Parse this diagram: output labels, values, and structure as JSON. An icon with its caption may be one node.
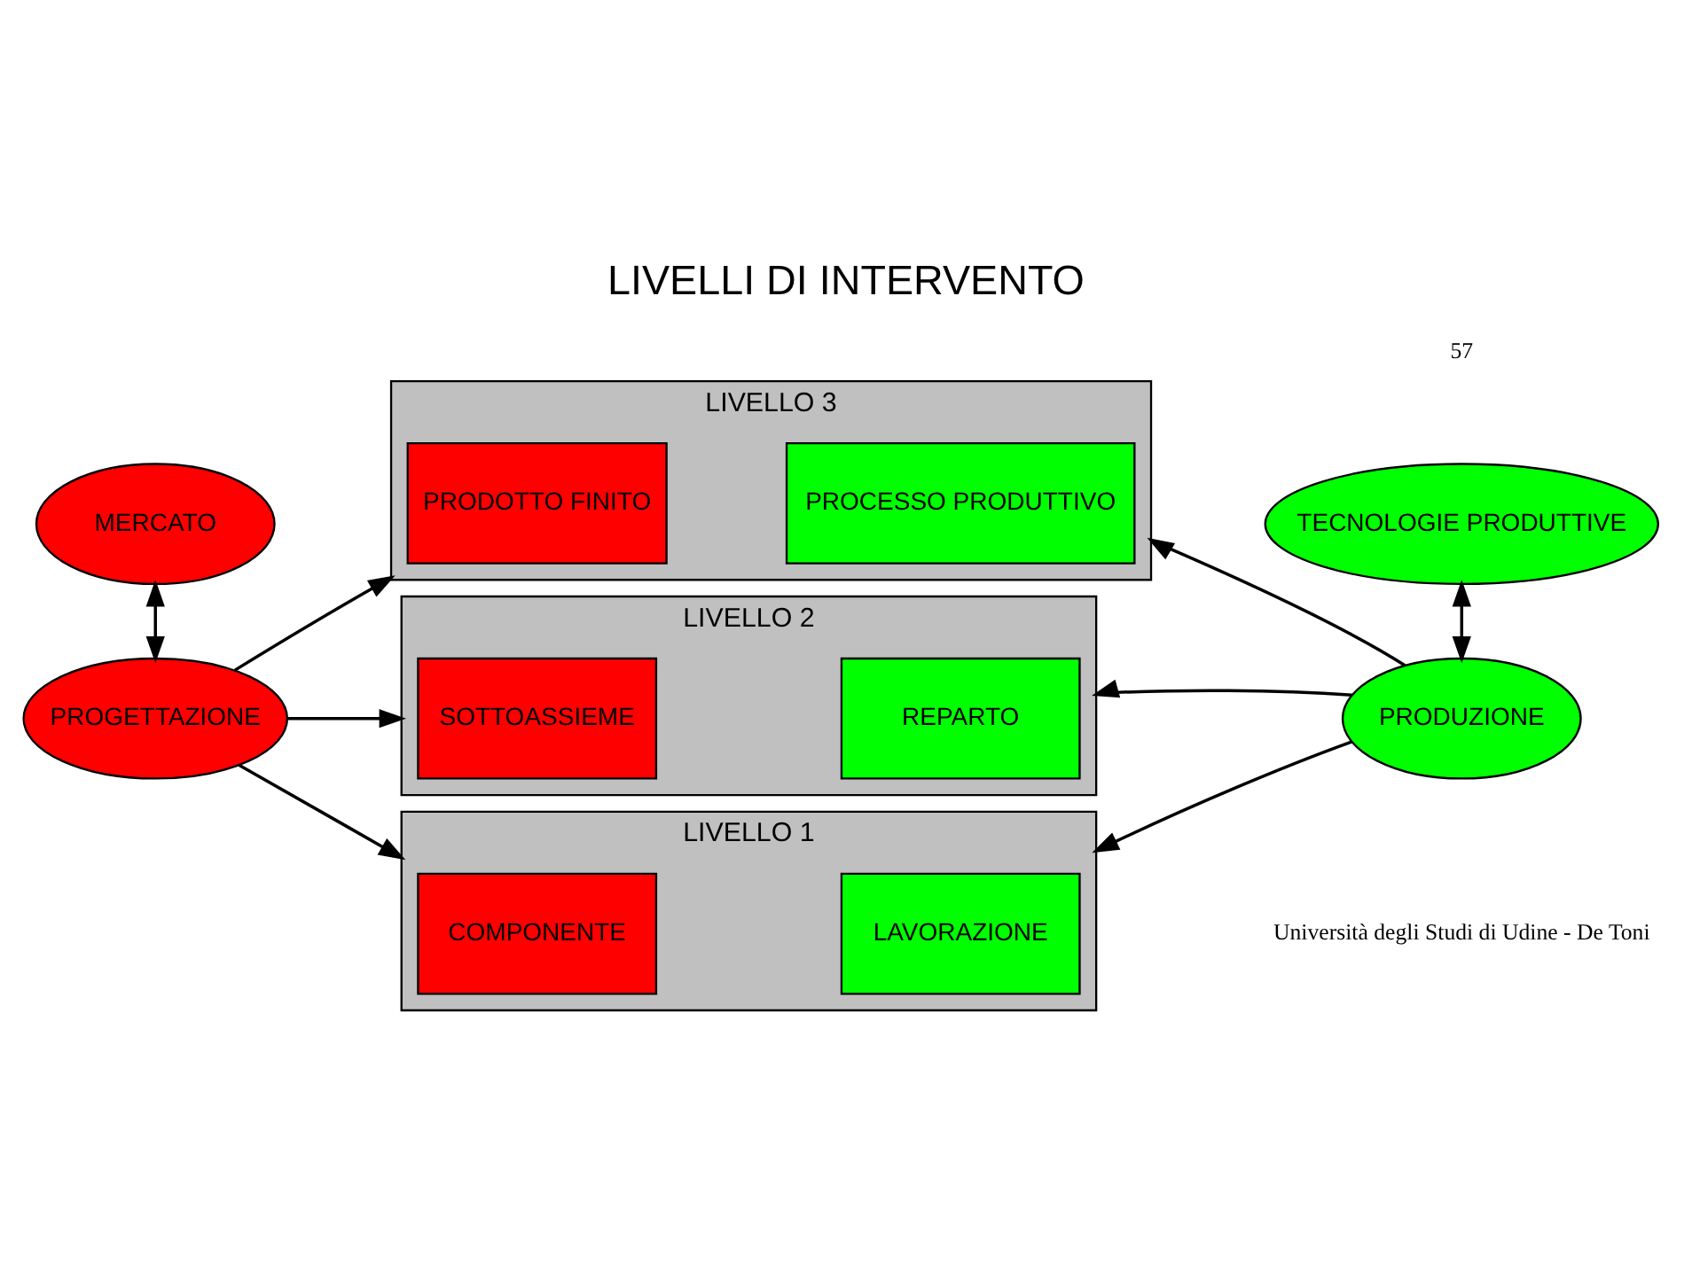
{
  "diagram": {
    "title": "LIVELLI DI INTERVENTO",
    "nodes": [
      {
        "text": [
          "MERCATO"
        ]
      },
      {
        "text": [
          "TECNOLOGIE PRODUTTIVE"
        ]
      },
      {
        "text": [
          "LIVELLO 3"
        ]
      },
      {
        "text": [
          "PRODOTTO FINITO"
        ],
        "in": 2
      },
      {
        "text": [
          "PROCESSO PRODUTTIVO"
        ],
        "in": 2
      },
      {
        "text": [
          "PROGETTAZIONE"
        ]
      },
      {
        "text": [
          "LIVELLO 2"
        ]
      },
      {
        "text": [
          "SOTTOASSIEME"
        ],
        "in": 6
      },
      {
        "text": [
          "REPARTO"
        ],
        "in": 6
      },
      {
        "text": [
          "PRODUZIONE"
        ]
      },
      {
        "text": [
          "LIVELLO 1"
        ]
      },
      {
        "text": [
          "COMPONENTE"
        ],
        "in": 10
      },
      {
        "text": [
          "LAVORAZIONE"
        ],
        "in": 10
      }
    ],
    "edges": [
      {
        "from": 0,
        "to": 5,
        "arrow": "both"
      },
      {
        "from": 1,
        "to": 9,
        "arrow": "both"
      },
      {
        "from": 5,
        "to": 2,
        "arrow": "to"
      },
      {
        "from": 5,
        "to": 6,
        "arrow": "to"
      },
      {
        "from": 5,
        "to": 10,
        "arrow": "to"
      },
      {
        "from": 9,
        "to": 2,
        "arrow": "to"
      },
      {
        "from": 9,
        "to": 6,
        "arrow": "to"
      },
      {
        "from": 9,
        "to": 10,
        "arrow": "to"
      }
    ],
    "labels": [
      "Università degli Studi di Udine - De Toni",
      "57"
    ]
  }
}
